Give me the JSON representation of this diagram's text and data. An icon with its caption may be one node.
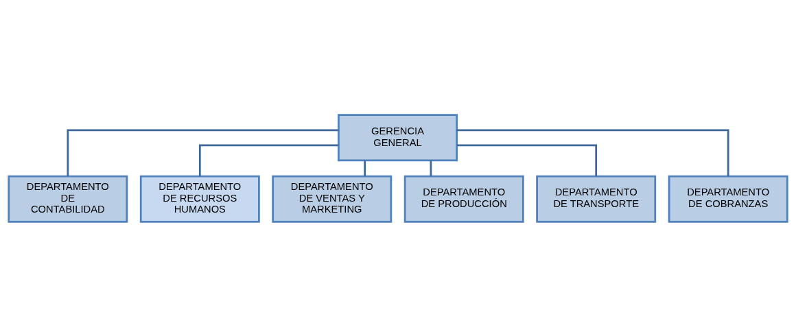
{
  "diagram": {
    "nodes": [
      {
        "text": [
          "GERENCIA GENERAL"
        ]
      },
      {
        "text": [
          "DEPARTAMENTO DE CONTABILIDAD"
        ]
      },
      {
        "text": [
          "DEPARTAMENTO DE RECURSOS HUMANOS"
        ]
      },
      {
        "text": [
          "DEPARTAMENTO DE VENTAS Y MARKETING"
        ]
      },
      {
        "text": [
          "DEPARTAMENTO DE PRODUCCIÓN"
        ]
      },
      {
        "text": [
          "DEPARTAMENTO DE TRANSPORTE"
        ]
      },
      {
        "text": [
          "DEPARTAMENTO DE COBRANZAS"
        ]
      }
    ],
    "edges": [
      {
        "from": 0,
        "to": 1,
        "arrow": "none"
      },
      {
        "from": 0,
        "to": 2,
        "arrow": "none"
      },
      {
        "from": 0,
        "to": 3,
        "arrow": "none"
      },
      {
        "from": 0,
        "to": 4,
        "arrow": "none"
      },
      {
        "from": 0,
        "to": 5,
        "arrow": "none"
      },
      {
        "from": 0,
        "to": 6,
        "arrow": "none"
      }
    ]
  }
}
